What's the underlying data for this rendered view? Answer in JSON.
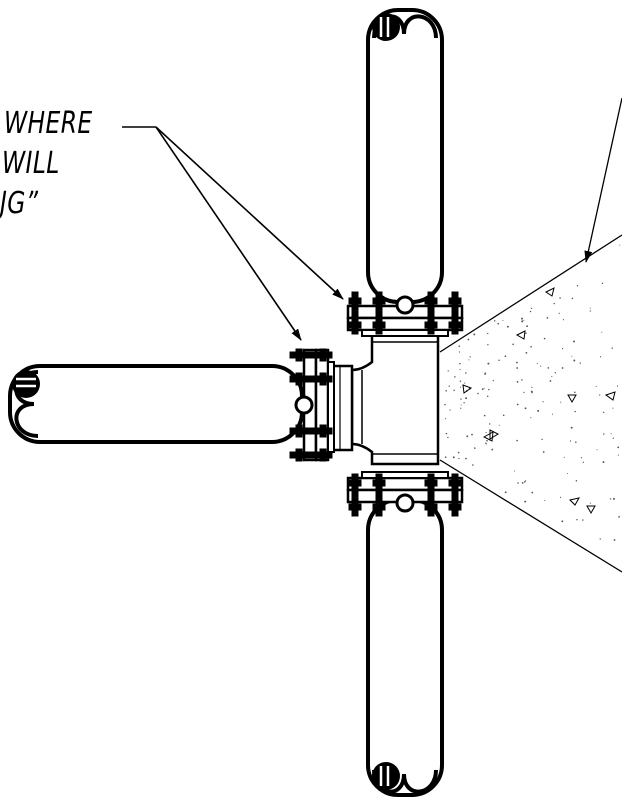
{
  "callout": {
    "lines": [
      "WHERE",
      "WILL",
      "JG”"
    ]
  },
  "colors": {
    "ink": "#000000",
    "paper": "#ffffff",
    "concrete_stipple": "#555555"
  },
  "icons": [
    "arrow-icon",
    "flange-bolt-icon",
    "aggregate-triangle-icon"
  ]
}
